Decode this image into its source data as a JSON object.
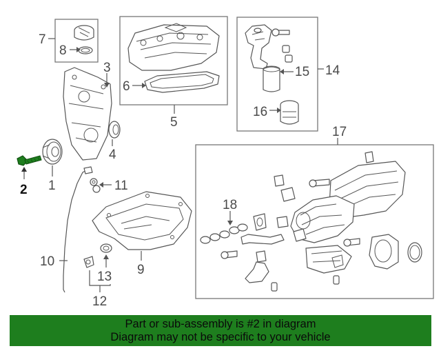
{
  "diagram": {
    "callouts": {
      "c1": "1",
      "c2": "2",
      "c3": "3",
      "c4": "4",
      "c5": "5",
      "c6": "6",
      "c7": "7",
      "c8": "8",
      "c9": "9",
      "c10": "10",
      "c11": "11",
      "c12": "12",
      "c13": "13",
      "c14": "14",
      "c15": "15",
      "c16": "16",
      "c17": "17",
      "c18": "18"
    },
    "highlighted_part": "2",
    "highlight_color": "#1e7e1e"
  },
  "footer": {
    "line1": "Part or sub-assembly is #2 in diagram",
    "line2": "Diagram may not be specific to your vehicle",
    "background": "#1e7e1e"
  }
}
